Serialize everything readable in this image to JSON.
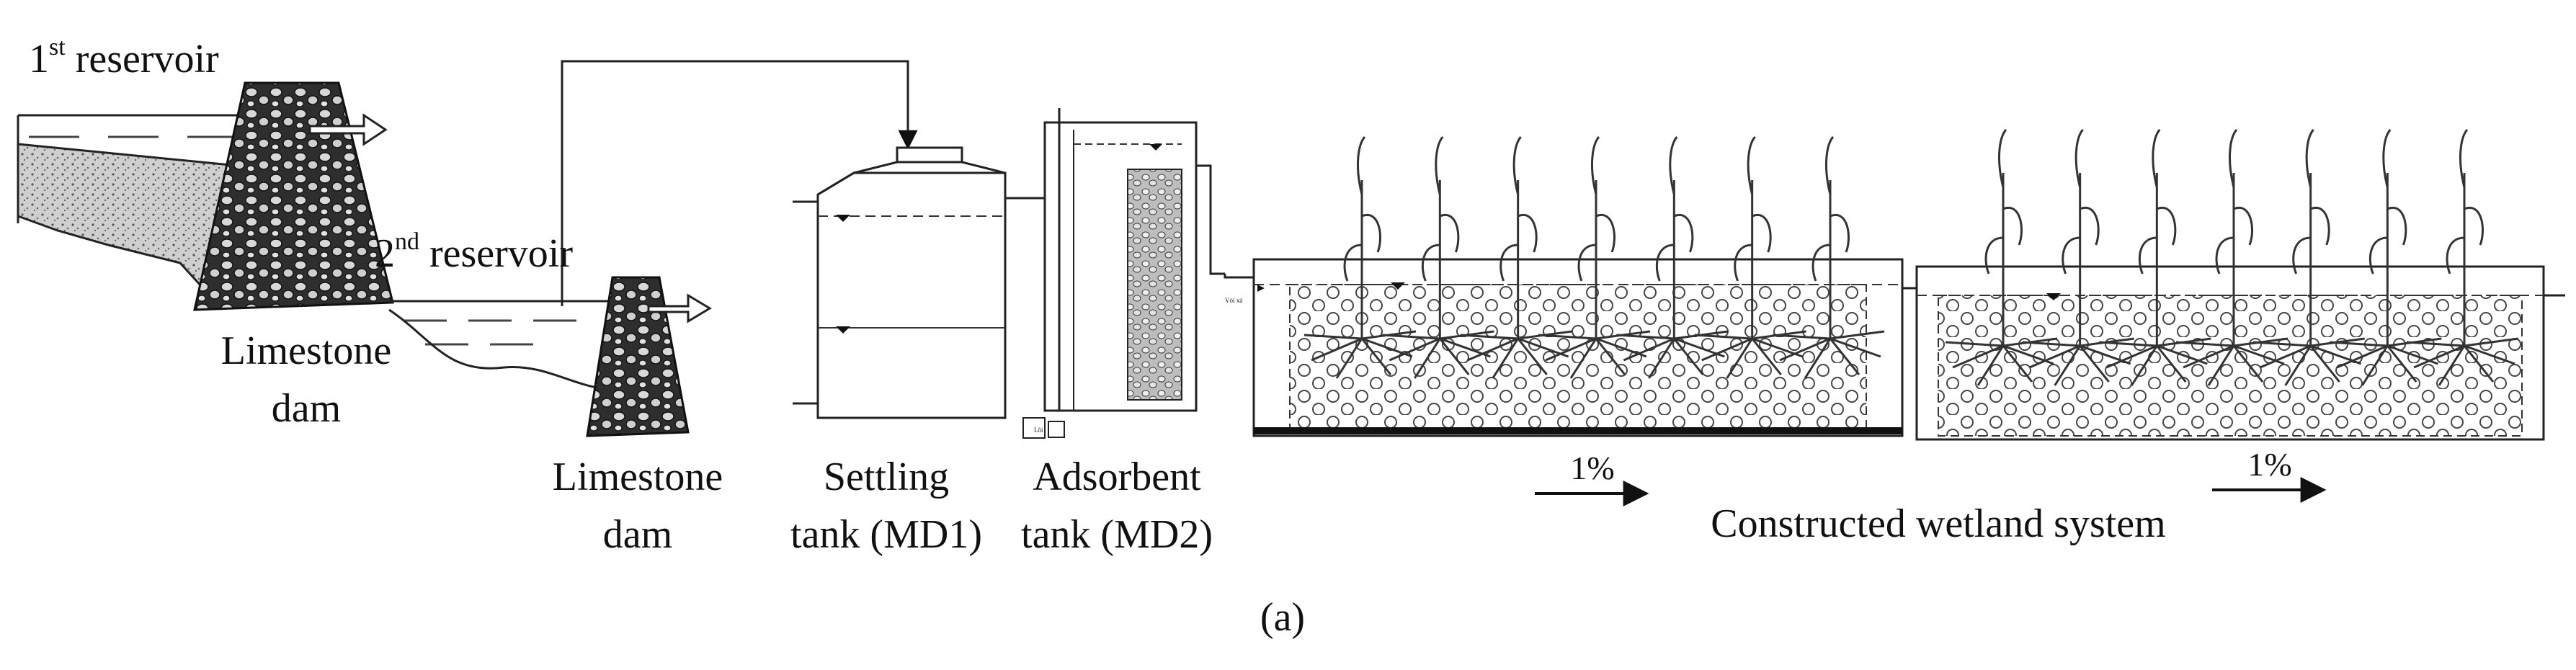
{
  "labels": {
    "first_reservoir_num": "1",
    "first_reservoir_sup": "st",
    "first_reservoir_text": " reservoir",
    "second_reservoir_num": "2",
    "second_reservoir_sup": "nd",
    "second_reservoir_text": " reservoir",
    "limestone_dam_1_line1": "Limestone",
    "limestone_dam_1_line2": "dam",
    "limestone_dam_2_line1": "Limestone",
    "limestone_dam_2_line2": "dam",
    "settling_line1": "Settling",
    "settling_line2": "tank (MD1)",
    "adsorbent_line1": "Adsorbent",
    "adsorbent_line2": "tank (MD2)",
    "wetland_system": "Constructed wetland system",
    "slope_1": "1%",
    "slope_2": "1%",
    "panel_label": "(a)"
  },
  "colors": {
    "line": "#222222",
    "water": "#555555",
    "sediment": "#9a9a9a",
    "rock_fill": "#3a3a3a",
    "media_circle": "#444444"
  },
  "icons": {
    "flow_arrow": "arrow-right-icon",
    "water_level": "water-level-triangle-icon",
    "plant": "reed-plant-icon",
    "rock": "limestone-rock-icon"
  },
  "wetland": {
    "cell_count": 2,
    "plants_per_cell": 7
  }
}
